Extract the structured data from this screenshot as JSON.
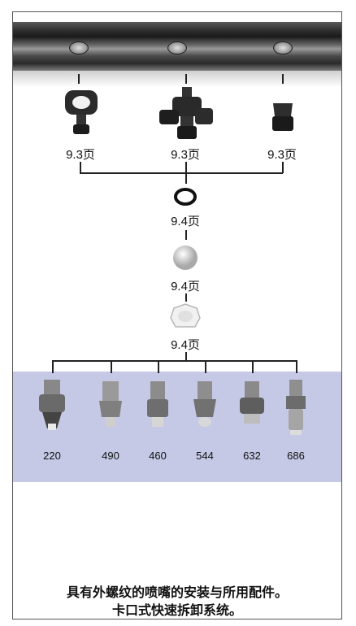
{
  "pages": {
    "cap1": "9.3页",
    "cap2": "9.3页",
    "cap3": "9.3页",
    "oring": "9.4页",
    "strainer": "9.4页",
    "adapter": "9.4页"
  },
  "nozzles": [
    "220",
    "490",
    "460",
    "544",
    "632",
    "686"
  ],
  "caption": {
    "line1": "具有外螺纹的喷嘴的安装与所用配件。",
    "line2": "卡口式快速拆卸系统。"
  },
  "colors": {
    "band": "#c5c9e6",
    "line": "#222222"
  }
}
